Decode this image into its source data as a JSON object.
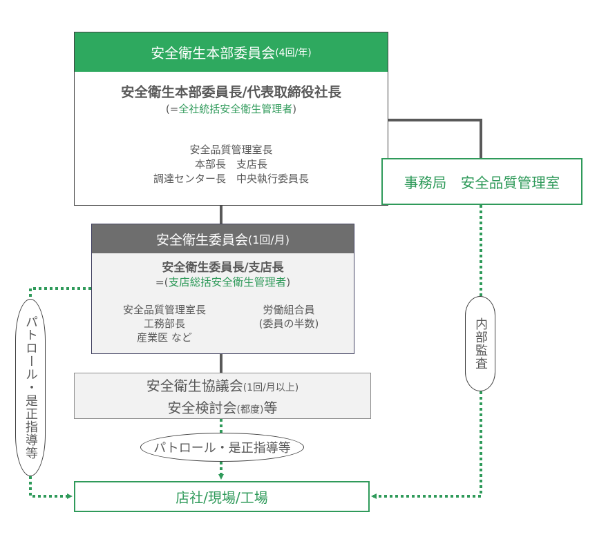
{
  "colors": {
    "accent_green": "#2ea95f",
    "text_green": "#2f9a5a",
    "header_gray": "#6e6e6e",
    "connector_gray": "#595959",
    "box_fill": "#f2f2f2"
  },
  "hq_committee": {
    "title": "安全衛生本部委員会",
    "frequency": "(4回/年)",
    "chair": "安全衛生本部委員長/代表取締役社長",
    "chair_note_prefix": "(=",
    "chair_note_role": "全社統括安全衛生管理者",
    "chair_note_suffix": ")",
    "members": [
      "安全品質管理室長",
      "本部長　支店長",
      "調達センター長　中央執行委員長"
    ]
  },
  "secretariat": {
    "label": "事務局　安全品質管理室"
  },
  "branch_committee": {
    "title": "安全衛生委員会",
    "frequency": "(1回/月)",
    "chair": "安全衛生委員長/支店長",
    "chair_note_prefix": "=(",
    "chair_note_role": "支店総括安全衛生管理者",
    "chair_note_suffix": ")",
    "members_left": [
      "安全品質管理室長",
      "工務部長",
      "産業医 など"
    ],
    "members_right": [
      "労働組合員",
      "(委員の半数)"
    ]
  },
  "council": {
    "line1_main": "安全衛生協議会",
    "line1_note": "(1回/月以上)",
    "line2_main": "安全検討会",
    "line2_note": "(都度)",
    "line2_suffix": "等"
  },
  "patrol_horizontal": {
    "label": "パトロール・是正指導等"
  },
  "patrol_vertical": {
    "label": "パトロール・是正指導等"
  },
  "internal_audit": {
    "label": "内部監査"
  },
  "site": {
    "label": "店社/現場/工場"
  }
}
